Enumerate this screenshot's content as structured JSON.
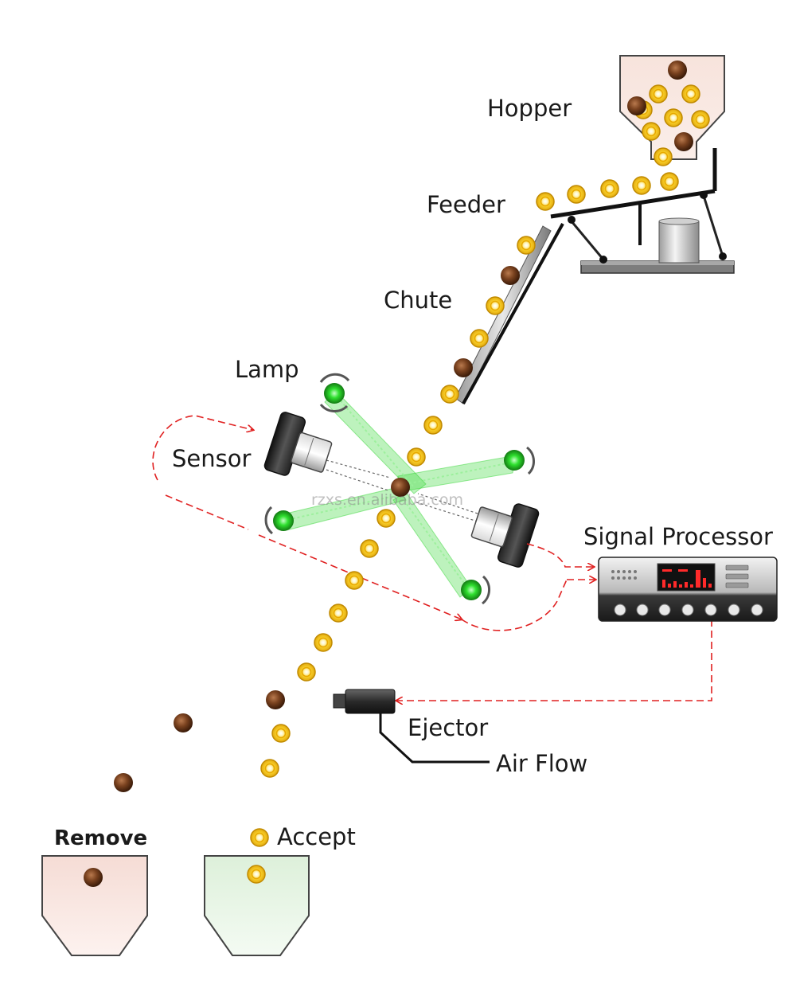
{
  "labels": {
    "hopper": "Hopper",
    "feeder": "Feeder",
    "chute": "Chute",
    "lamp": "Lamp",
    "sensor": "Sensor",
    "signal_processor": "Signal Processor",
    "ejector": "Ejector",
    "air_flow": "Air Flow",
    "remove": "Remove",
    "accept": "Accept"
  },
  "watermark": "rzxs.en.alibaba.com",
  "colors": {
    "good_grain": "#f5c518",
    "bad_grain": "#6b3a1f",
    "light_beam": "#38d838",
    "signal_line": "#e02020",
    "hopper_fill": "#f7e3dc",
    "remove_bin_fill": "#f7e1dc",
    "accept_bin_fill": "#e3f3e1",
    "machine_dark": "#2a2a2a"
  },
  "icons": [
    "hopper-icon",
    "feeder-icon",
    "chute-icon",
    "lamp-icon",
    "sensor-camera-icon",
    "signal-processor-icon",
    "ejector-icon",
    "bin-icon"
  ]
}
